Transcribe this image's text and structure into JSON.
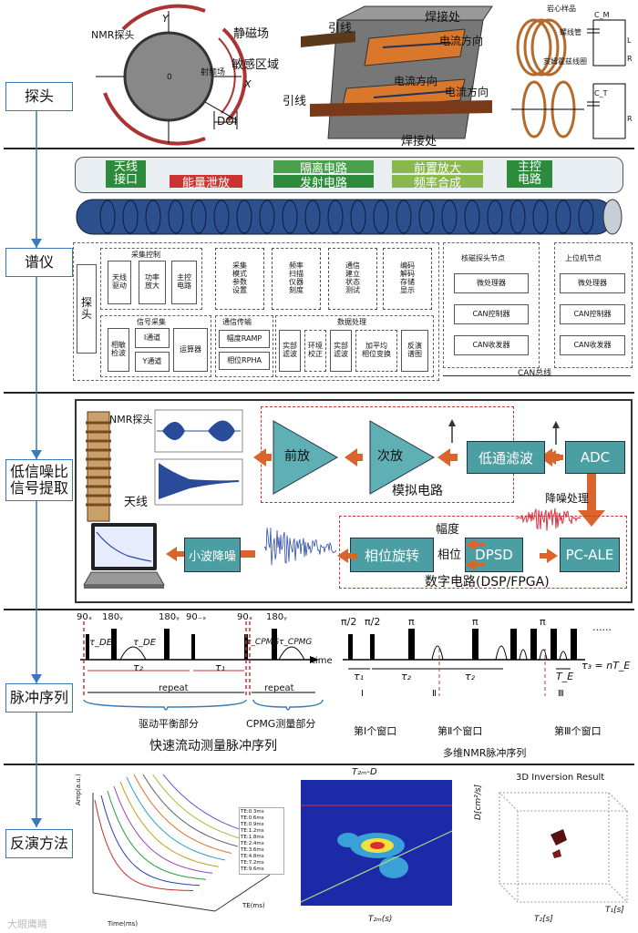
{
  "sections": {
    "probe": {
      "label": "探头"
    },
    "spectrometer": {
      "label": "谱仪"
    },
    "low_snr": {
      "label": "低信噪比\n信号提取"
    },
    "pulse": {
      "label": "脉冲序列"
    },
    "inversion": {
      "label": "反演方法"
    }
  },
  "probe": {
    "nmr_probe": "NMR探头",
    "y_axis": "Y",
    "x_axis": "X",
    "origin": "0",
    "static_field": "静磁场",
    "sensitive_region": "敏感区域",
    "rf_field": "射频场",
    "doi": "DOI",
    "lead1": "引线",
    "lead2": "引线",
    "weld1": "焊接处",
    "weld2": "焊接处",
    "current1": "电流方向",
    "current2": "电流方向",
    "current3": "电流方向",
    "core_sample": "岩心样品",
    "solenoid": "螺线管",
    "helmholtz": "亥姆霍兹线圈",
    "cm": "C_M",
    "ct": "C_T",
    "l": "L",
    "r": "R",
    "r2": "R"
  },
  "spectrometer": {
    "antenna_interface": "天线\n接口",
    "isolation_circuit": "隔离电路",
    "preamp": "前置放大",
    "main_control": "主控\n电路",
    "energy_release": "能量泄放",
    "transmit_circuit": "发射电路",
    "freq_synth": "频率合成",
    "acq_control": "采集控制",
    "antenna_drive": "天线\n驱动",
    "power_amp": "功率\n放大",
    "main_ctrl_circuit": "主控\n电路",
    "acq_params": "采集\n模式\n参数\n设置",
    "freq_scan": "频率\n扫描\n仪器\n刻度",
    "comm_status": "通信\n建立\n状态\n测试",
    "encode": "编码\n解码\n存储\n显示",
    "signal_acq": "信号采集",
    "comm_transfer": "通信传输",
    "data_processing": "数据处理",
    "phase_detect": "相敏\n检波",
    "i_channel": "I通道",
    "q_channel": "Y通道",
    "dsp": "运算器",
    "amp_ramp": "幅度RAMP",
    "phase_rpha": "相位RPHA",
    "real_filter": "实部\n滤波",
    "env_corr": "环境\n校正",
    "real_filter2": "实部\n滤波",
    "avg_phase": "加平均\n相位变换",
    "inversion_spec": "反演\n谱图",
    "probe_coil": "探\n头",
    "node_title": "核磁探头节点",
    "mcu": "微处理器",
    "can_ctrl": "CAN控制器",
    "can_tx": "CAN收发器",
    "host_title": "上位机节点",
    "mcu2": "微处理器",
    "can_ctrl2": "CAN控制器",
    "can_tx2": "CAN收发器",
    "can_bus": "CAN总线"
  },
  "signal": {
    "nmr_probe": "NMR探头",
    "antenna": "天线",
    "preamp": "前放",
    "second_amp": "次放",
    "lowpass": "低通滤波",
    "adc": "ADC",
    "analog_circuit": "模拟电路",
    "denoise": "降噪处理",
    "pc_ale": "PC-ALE",
    "dpsd": "DPSD",
    "phase_rot": "相位旋转",
    "amplitude": "幅度",
    "phase": "相位",
    "wavelet": "小波降噪",
    "digital_circuit": "数字电路(DSP/FPGA)"
  },
  "pulse": {
    "p90x": "90ₓ",
    "p180y": "180ᵧ",
    "p180y2": "180ᵧ",
    "p90mx": "90₋ₓ",
    "p90x2": "90ₓ",
    "p180y3": "180ᵧ",
    "tau_de": "τ_DE",
    "tau_de2": "τ_DE",
    "tau_cpmg": "τ_CPMG",
    "tau_cpmg2": "τ_CPMG",
    "time": "time",
    "tau2": "τ₂",
    "tau1": "τ₁",
    "repeat1": "repeat",
    "repeat2": "repeat",
    "drive_part": "驱动平衡部分",
    "cpmg_part": "CPMG测量部分",
    "fast_flow": "快速流动测量脉冲序列",
    "pi2a": "π/2",
    "pi2b": "π/2",
    "pia": "π",
    "pib": "π",
    "pic": "π",
    "tau1b": "τ₁",
    "tau2b": "τ₂",
    "tau2c": "τ₂",
    "te": "T_E",
    "tau3": "τ₃ = nT_E",
    "win1": "第Ⅰ个窗口",
    "win2": "第Ⅱ个窗口",
    "win3": "第Ⅲ个窗口",
    "rom1": "Ⅰ",
    "rom2": "Ⅱ",
    "rom3": "Ⅲ",
    "multi_dim": "多维NMR脉冲序列",
    "dots": "......"
  },
  "inversion": {
    "amp_label": "Amp(a.u.)",
    "time_label": "Time(ms)",
    "te_label": "TE(ms)",
    "legend": [
      "TE:0.3ms",
      "TE:0.6ms",
      "TE:0.9ms",
      "TE:1.2ms",
      "TE:1.8ms",
      "TE:2.4ms",
      "TE:3.6ms",
      "TE:4.8ms",
      "TE:7.2ms",
      "TE:9.6ms"
    ],
    "t2d_title": "T₂ₘ-D",
    "t2d_x": "T₂ₘ(s)",
    "inv3d_title": "3D Inversion Result",
    "d_label": "D[cm²/s]",
    "t2_label": "T₂[s]",
    "t1_label": "T₁[s]"
  },
  "watermark": "大眼鹰睛"
}
